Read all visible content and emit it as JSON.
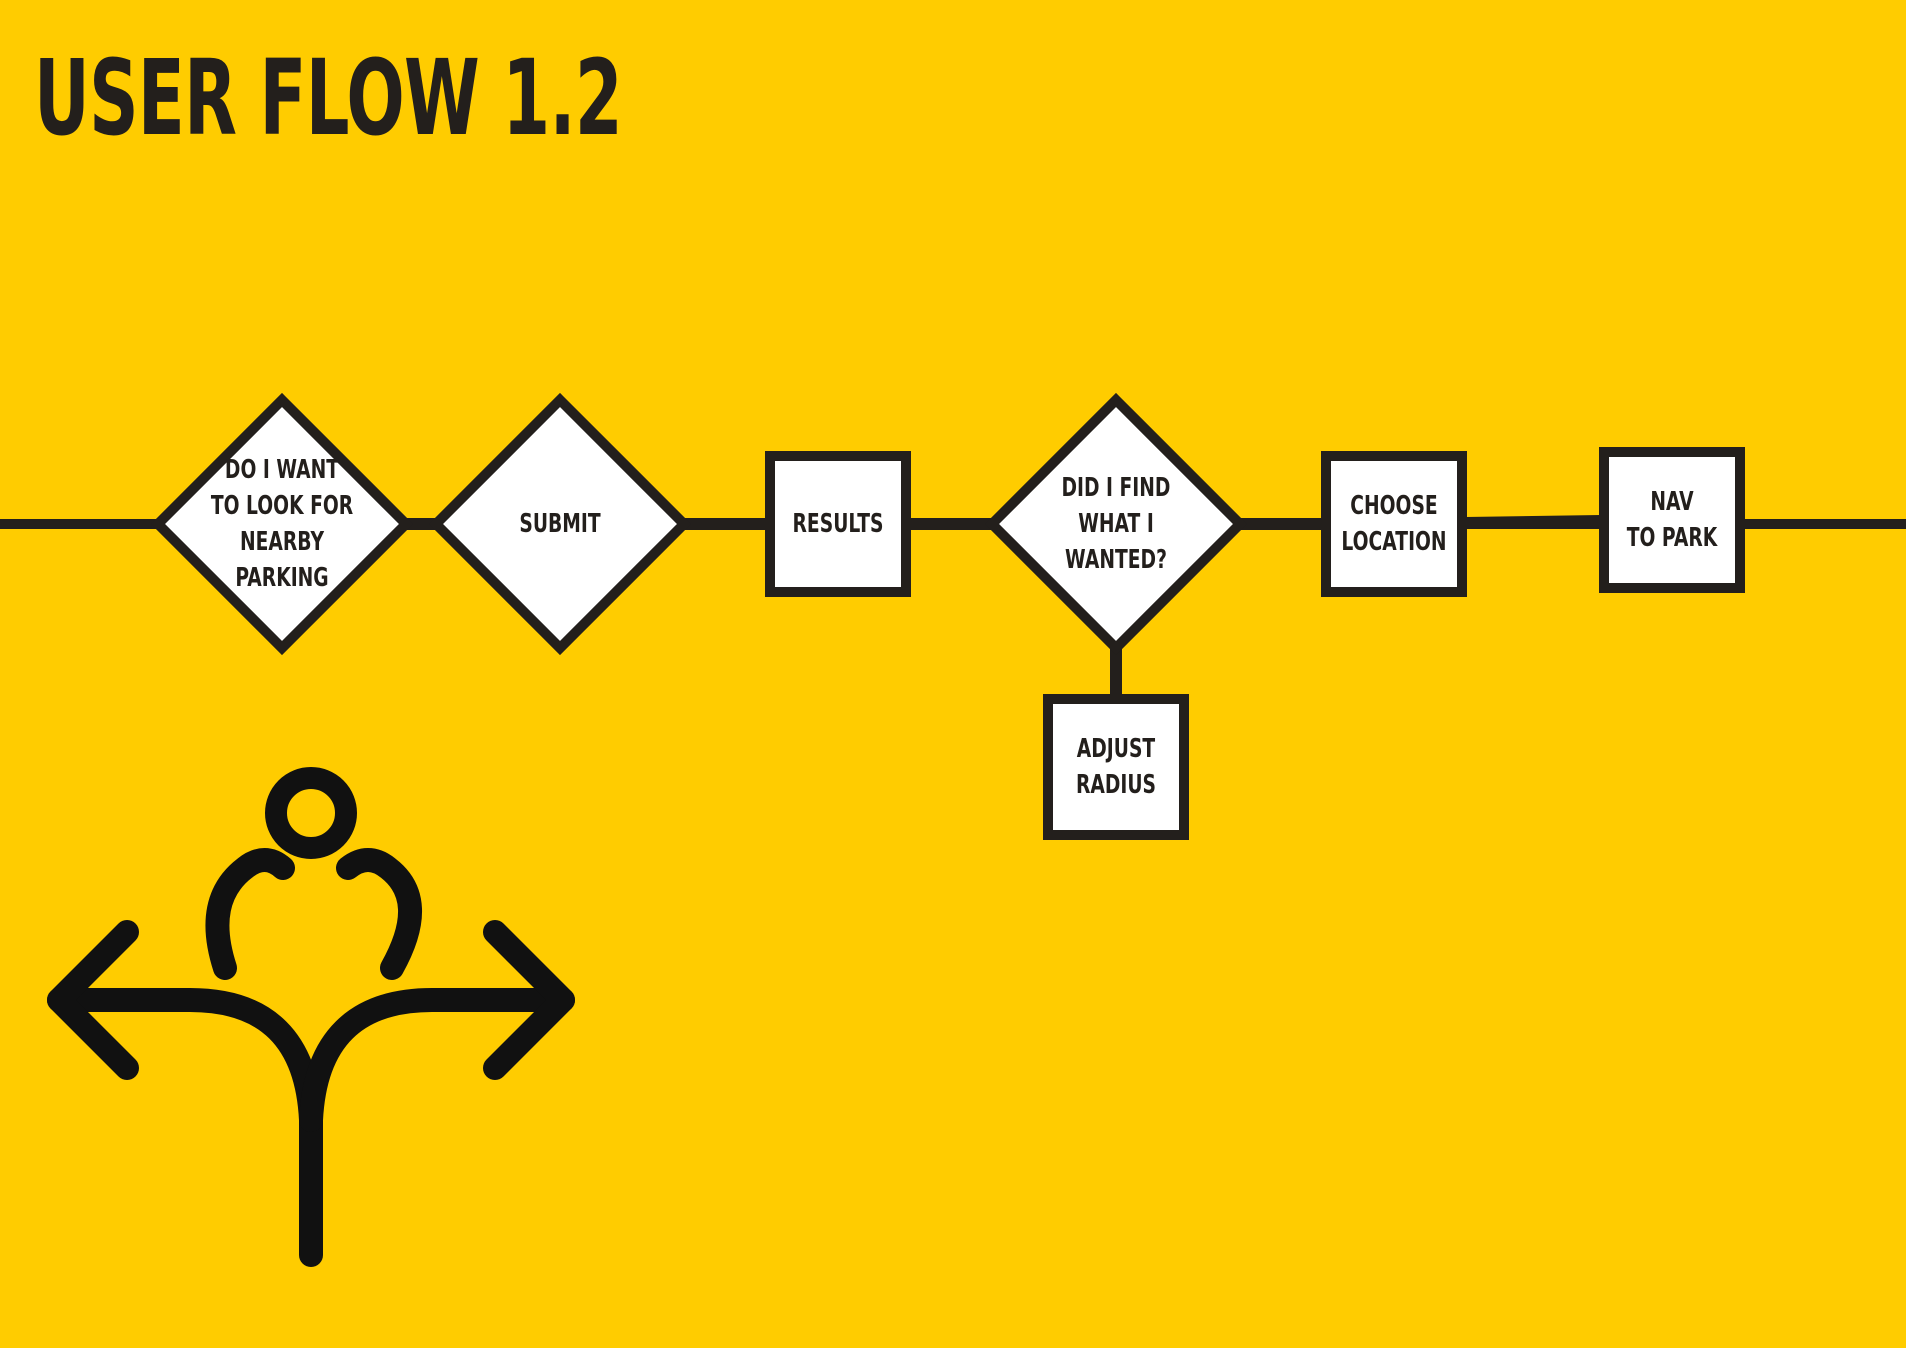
{
  "title": "USER FLOW 1.2",
  "colors": {
    "background": "#FFCC00",
    "stroke": "#231F1C",
    "node_fill": "#FFFFFF",
    "icon": "#111111"
  },
  "nodes": [
    {
      "id": "want-parking",
      "shape": "diamond",
      "lines": [
        "DO I WANT",
        "TO LOOK FOR",
        "NEARBY",
        "PARKING"
      ]
    },
    {
      "id": "submit",
      "shape": "diamond",
      "lines": [
        "SUBMIT"
      ]
    },
    {
      "id": "results",
      "shape": "square",
      "lines": [
        "RESULTS"
      ]
    },
    {
      "id": "did-i-find",
      "shape": "diamond",
      "lines": [
        "DID I FIND",
        "WHAT I",
        "WANTED?"
      ]
    },
    {
      "id": "choose-location",
      "shape": "square",
      "lines": [
        "CHOOSE",
        "LOCATION"
      ]
    },
    {
      "id": "nav-to-park",
      "shape": "square",
      "lines": [
        "NAV",
        "TO PARK"
      ]
    },
    {
      "id": "adjust-radius",
      "shape": "square",
      "lines": [
        "ADJUST",
        "RADIUS"
      ]
    }
  ],
  "edges": [
    {
      "from": "want-parking",
      "to": "submit"
    },
    {
      "from": "submit",
      "to": "results"
    },
    {
      "from": "results",
      "to": "did-i-find"
    },
    {
      "from": "did-i-find",
      "to": "choose-location"
    },
    {
      "from": "choose-location",
      "to": "nav-to-park"
    },
    {
      "from": "did-i-find",
      "to": "adjust-radius"
    }
  ],
  "icon": "person-crossroads-icon"
}
